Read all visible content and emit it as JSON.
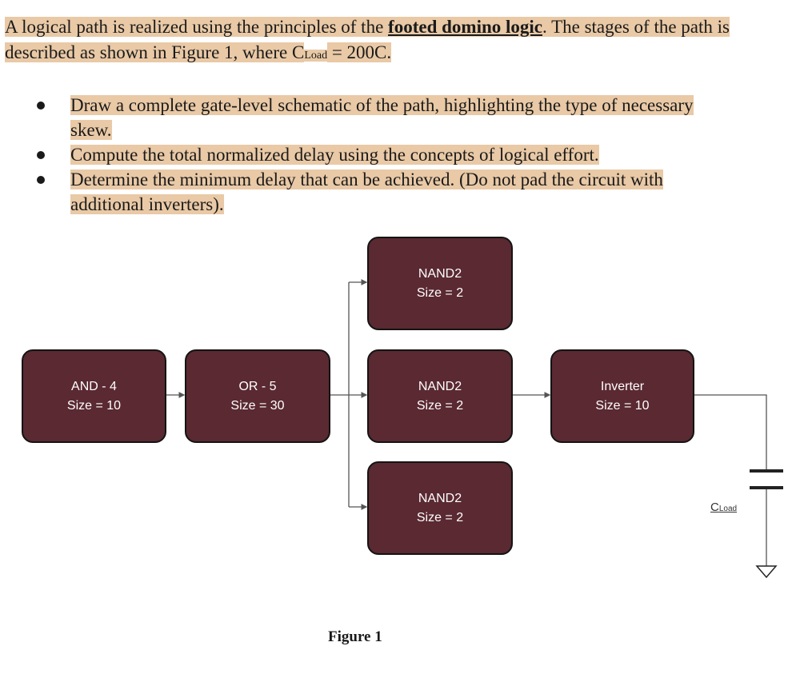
{
  "intro": {
    "part1": "A logical path is realized using the principles of the ",
    "emph": "footed domino logic",
    "part2": ". The stages of the path is described as shown in Figure 1, where C",
    "load_sub": "Load",
    "part3": " = 200C."
  },
  "tasks": [
    "Draw a complete gate-level schematic of the path, highlighting the type of necessary skew.",
    "Compute the total normalized delay using the concepts of logical effort.",
    "Determine the minimum delay that can be achieved. (Do not pad the circuit with additional inverters)."
  ],
  "blocks": {
    "and4": {
      "name": "AND - 4",
      "size": "Size = 10"
    },
    "or5": {
      "name": "OR - 5",
      "size": "Size = 30"
    },
    "nand_top": {
      "name": "NAND2",
      "size": "Size = 2"
    },
    "nand_mid": {
      "name": "NAND2",
      "size": "Size = 2"
    },
    "nand_bot": {
      "name": "NAND2",
      "size": "Size = 2"
    },
    "inverter": {
      "name": "Inverter",
      "size": "Size = 10"
    }
  },
  "load_label": {
    "c": "C",
    "sub": "Load"
  },
  "caption": "Figure 1",
  "colors": {
    "block_fill": "#5a2931",
    "highlight": "#e9c9a6",
    "wire": "#555555"
  }
}
